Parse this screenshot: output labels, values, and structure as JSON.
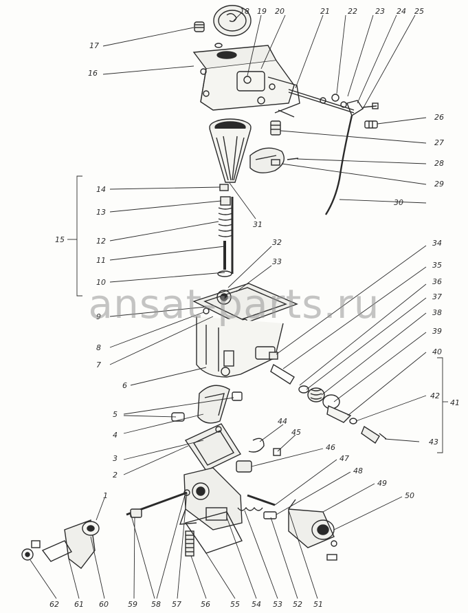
{
  "watermark": {
    "text": "ansat-parts.ru",
    "color": "#969696"
  },
  "ink_color": "#2a2a2a",
  "callouts": [
    {
      "n": "1"
    },
    {
      "n": "2"
    },
    {
      "n": "3"
    },
    {
      "n": "4"
    },
    {
      "n": "5"
    },
    {
      "n": "6"
    },
    {
      "n": "7"
    },
    {
      "n": "8"
    },
    {
      "n": "9"
    },
    {
      "n": "10"
    },
    {
      "n": "11"
    },
    {
      "n": "12"
    },
    {
      "n": "13"
    },
    {
      "n": "14"
    },
    {
      "n": "15"
    },
    {
      "n": "16"
    },
    {
      "n": "17"
    },
    {
      "n": "18"
    },
    {
      "n": "19"
    },
    {
      "n": "20"
    },
    {
      "n": "21"
    },
    {
      "n": "22"
    },
    {
      "n": "23"
    },
    {
      "n": "24"
    },
    {
      "n": "25"
    },
    {
      "n": "26"
    },
    {
      "n": "27"
    },
    {
      "n": "28"
    },
    {
      "n": "29"
    },
    {
      "n": "30"
    },
    {
      "n": "31"
    },
    {
      "n": "32"
    },
    {
      "n": "33"
    },
    {
      "n": "34"
    },
    {
      "n": "35"
    },
    {
      "n": "36"
    },
    {
      "n": "37"
    },
    {
      "n": "38"
    },
    {
      "n": "39"
    },
    {
      "n": "40"
    },
    {
      "n": "41"
    },
    {
      "n": "42"
    },
    {
      "n": "43"
    },
    {
      "n": "44"
    },
    {
      "n": "45"
    },
    {
      "n": "46"
    },
    {
      "n": "47"
    },
    {
      "n": "48"
    },
    {
      "n": "49"
    },
    {
      "n": "50"
    },
    {
      "n": "51"
    },
    {
      "n": "52"
    },
    {
      "n": "53"
    },
    {
      "n": "54"
    },
    {
      "n": "55"
    },
    {
      "n": "56"
    },
    {
      "n": "57"
    },
    {
      "n": "58"
    },
    {
      "n": "59"
    },
    {
      "n": "60"
    },
    {
      "n": "61"
    },
    {
      "n": "62"
    }
  ]
}
